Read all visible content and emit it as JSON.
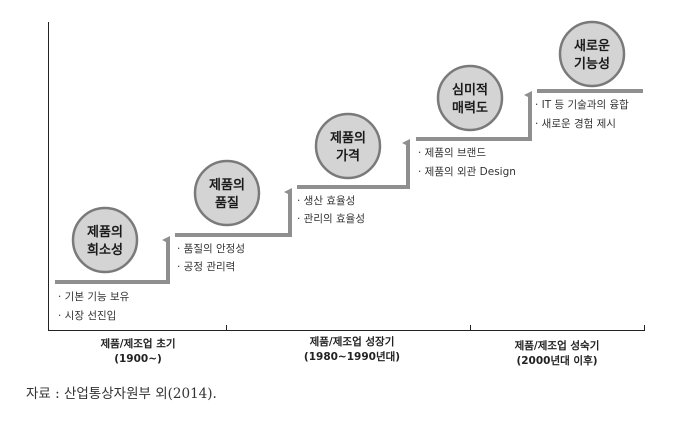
{
  "stages": [
    {
      "line1": "제품의",
      "line2": "희소성",
      "bullets": [
        "· 기본 기능 보유",
        "· 시장 선진입"
      ]
    },
    {
      "line1": "제품의",
      "line2": "품질",
      "bullets": [
        "· 품질의 안정성",
        "· 공정 관리력"
      ]
    },
    {
      "line1": "제품의",
      "line2": "가격",
      "bullets": [
        "· 생산 효율성",
        "· 관리의 효율성"
      ]
    },
    {
      "line1": "심미적",
      "line2": "매력도",
      "bullets": [
        "· 제품의 브랜드",
        "· 제품의 외관 Design"
      ]
    },
    {
      "line1": "새로운",
      "line2": "기능성",
      "bullets": [
        "· IT 등 기술과의 융합",
        "· 새로운 경험 제시"
      ]
    }
  ],
  "periods": [
    {
      "name": "제품/제조업 초기",
      "years": "(1900~)"
    },
    {
      "name": "제품/제조업 성장기",
      "years": "(1980~1990년대)"
    },
    {
      "name": "제품/제조업 성숙기",
      "years": "(2000년대 이후)"
    }
  ],
  "source": "자료 : 산업통상자원부 외(2014).",
  "colors": {
    "step": "#8f8f8f",
    "circle_fill": "#d4d4d4",
    "circle_stroke": "#7a7a7a"
  }
}
